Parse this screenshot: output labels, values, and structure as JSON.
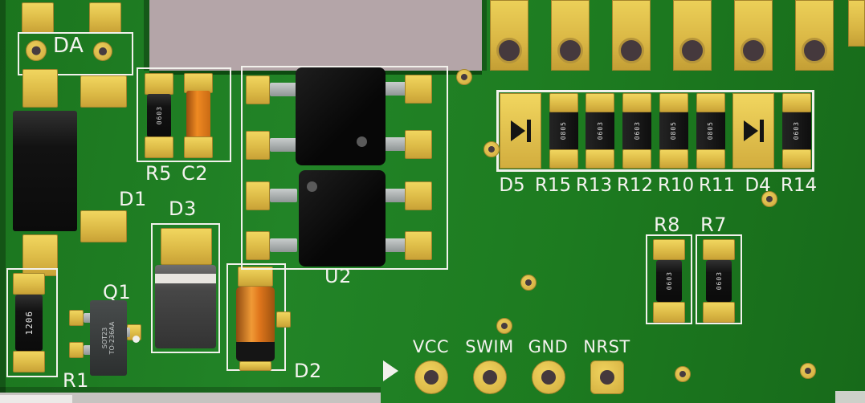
{
  "scene": {
    "name": "PCB 3D render",
    "view": "top"
  },
  "colors": {
    "board_green": "#1d7b20",
    "pad_gold": "#ddbb47",
    "silkscreen": "#f2f1ec",
    "component_black": "#121212",
    "capacitor_orange": "#e0761c",
    "viewport_background": "#b4a5a8"
  },
  "designators": {
    "da": "DA",
    "d1": "D1",
    "r5": "R5",
    "c2": "C2",
    "d3": "D3",
    "q1": "Q1",
    "r1": "R1",
    "d2": "D2",
    "u2": "U2",
    "r8": "R8",
    "r7": "R7"
  },
  "markings": {
    "r5": "0603",
    "r1": "1206",
    "q1_line1": "SOT23",
    "q1_line2": "TO-236AA",
    "r8": "0603",
    "r7": "0603"
  },
  "component_row": [
    {
      "ref": "D5",
      "kind": "diode"
    },
    {
      "ref": "R15",
      "kind": "resistor",
      "marking": "0805"
    },
    {
      "ref": "R13",
      "kind": "resistor",
      "marking": "0603"
    },
    {
      "ref": "R12",
      "kind": "resistor",
      "marking": "0603"
    },
    {
      "ref": "R10",
      "kind": "resistor",
      "marking": "0805"
    },
    {
      "ref": "R11",
      "kind": "resistor",
      "marking": "0805"
    },
    {
      "ref": "D4",
      "kind": "diode"
    },
    {
      "ref": "R14",
      "kind": "resistor",
      "marking": "0603"
    }
  ],
  "test_points": [
    {
      "label": "VCC",
      "shape": "round"
    },
    {
      "label": "SWIM",
      "shape": "round"
    },
    {
      "label": "GND",
      "shape": "round"
    },
    {
      "label": "NRST",
      "shape": "square"
    }
  ],
  "top_connector": {
    "pad_count": 6
  }
}
